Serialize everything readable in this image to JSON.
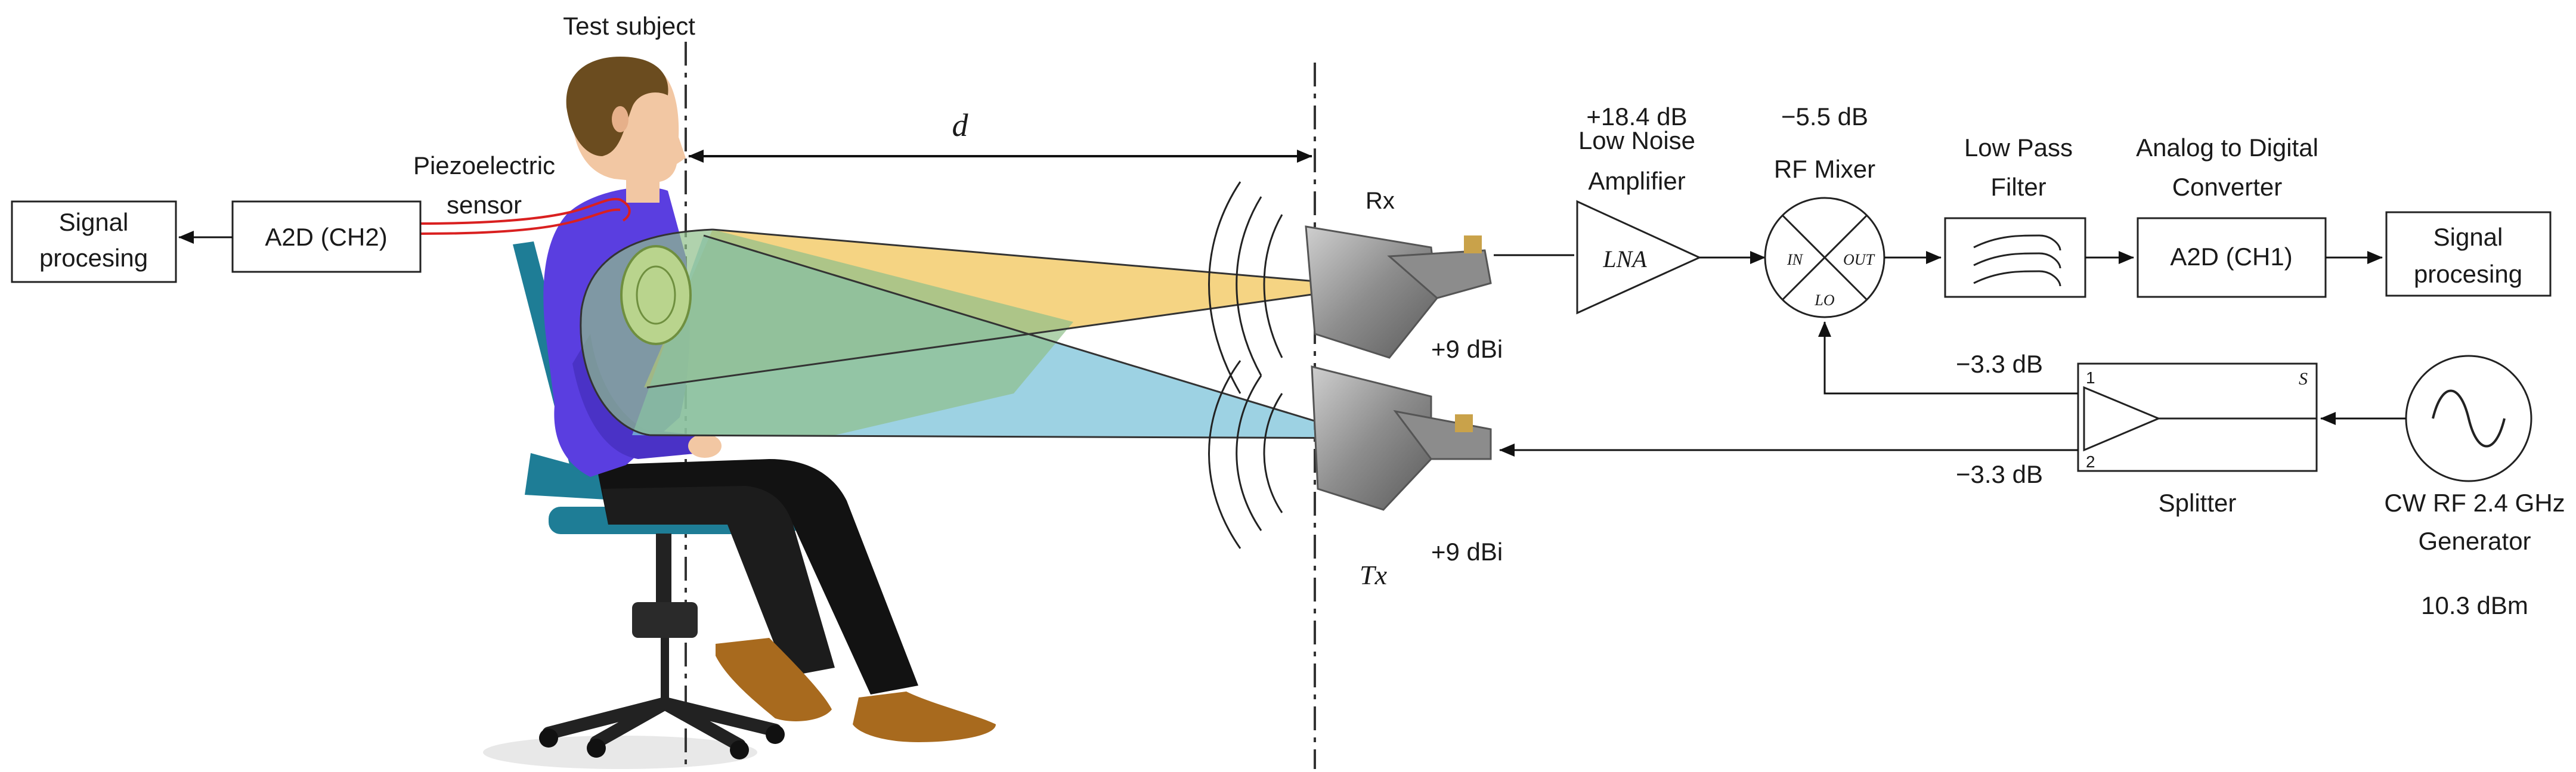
{
  "labels": {
    "test_subject": "Test subject",
    "piezo_sensor": [
      "Piezoelectric",
      "sensor"
    ],
    "distance": "d",
    "rx": "Rx",
    "tx": "Tx",
    "rx_gain": "+9 dBi",
    "tx_gain": "+9 dBi",
    "lna_gain": "+18.4 dB",
    "lna_title": [
      "Low Noise",
      "Amplifier"
    ],
    "lna_symbol": "LNA",
    "mixer_loss": "−5.5 dB",
    "mixer_title": "RF Mixer",
    "mixer_in": "IN",
    "mixer_out": "OUT",
    "mixer_lo": "LO",
    "lpf_title": [
      "Low Pass",
      "Filter"
    ],
    "adc1_title": [
      "Analog to Digital",
      "Converter"
    ],
    "adc1_label": "A2D (CH1)",
    "sp_right": [
      "Signal",
      "procesing"
    ],
    "splitter": "Splitter",
    "splitter_loss_top": "−3.3 dB",
    "splitter_loss_bottom": "−3.3 dB",
    "splitter_port1": "1",
    "splitter_port2": "2",
    "splitter_s": "S",
    "generator": [
      "CW RF 2.4 GHz",
      "Generator"
    ],
    "generator_power": "10.3 dBm",
    "adc2_label": "A2D (CH2)",
    "sp_left": [
      "Signal",
      "procesing"
    ]
  },
  "colors": {
    "shirt": "#5a3ee0",
    "skin": "#f2c7a3",
    "hair": "#6b4c1f",
    "pants": "#121212",
    "shoe": "#a86a1e",
    "chair": "#1e7d96",
    "rx_beam": "#f2c55a",
    "tx_beam": "#7cc3da",
    "chest_overlap": "#8fbf8a",
    "sensor_wire": "#d92020",
    "antenna": "#9a9a9a"
  },
  "icons": {
    "generator": "sine-wave-icon",
    "filter": "low-pass-filter-icon",
    "mixer": "mixer-cross-icon",
    "lna": "amplifier-triangle-icon"
  }
}
